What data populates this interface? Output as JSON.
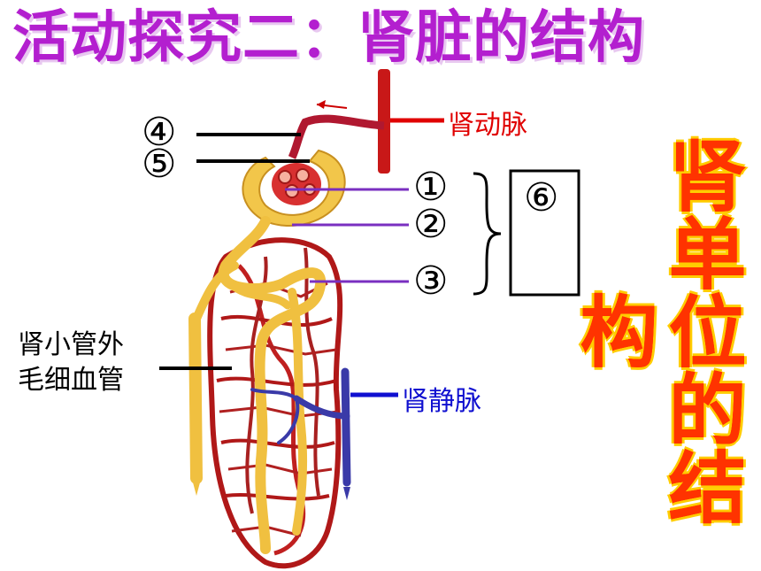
{
  "title": "活动探究二：肾脏的结构",
  "side_title": "肾单位的结构",
  "labels": {
    "renal_artery": "肾动脉",
    "renal_vein": "肾静脉",
    "peritubular_capillary_line1": "肾小管外",
    "peritubular_capillary_line2": "毛细血管"
  },
  "numbers": [
    "①",
    "②",
    "③",
    "④",
    "⑤",
    "⑥"
  ],
  "colors": {
    "title": "#b31fcf",
    "side_title": "#ff3300",
    "artery": "#c81818",
    "vein": "#2020c8",
    "tubule": "#f0c040",
    "pointer_purple": "#7a2fc0"
  }
}
